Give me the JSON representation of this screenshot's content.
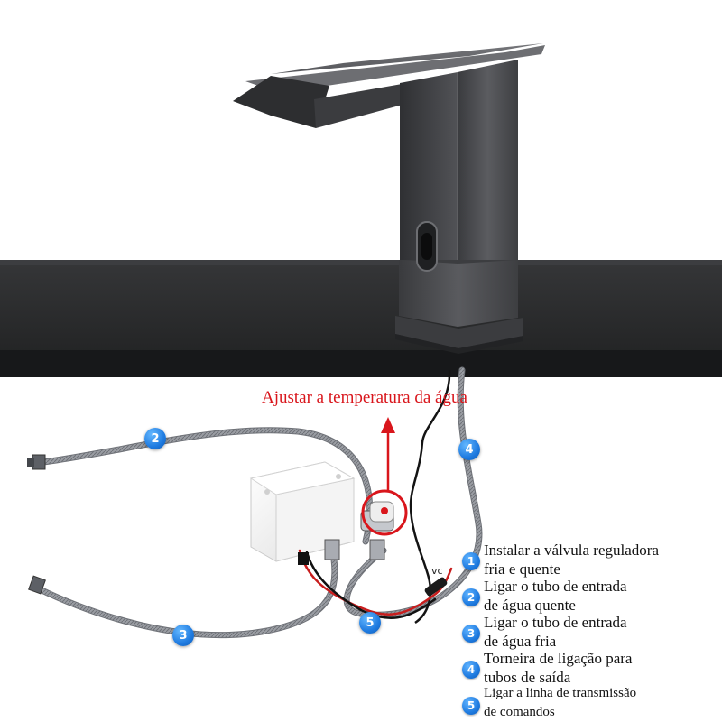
{
  "callout": {
    "text": "Ajustar a temperatura da água",
    "color": "#d9161c"
  },
  "badges": [
    "1",
    "2",
    "3",
    "4",
    "5"
  ],
  "vc_label": "vc",
  "legend": [
    {
      "num": "1",
      "line1": "Instalar a válvula reguladora",
      "line2": "fria e quente"
    },
    {
      "num": "2",
      "line1": "Ligar o tubo de entrada",
      "line2": "de água quente"
    },
    {
      "num": "3",
      "line1": "Ligar o tubo de entrada",
      "line2": "de água fria"
    },
    {
      "num": "4",
      "line1": "Torneira de ligação para",
      "line2": "tubos de saída"
    },
    {
      "num": "5",
      "line1": "Ligar a linha de transmissão",
      "line2": "de comandos"
    }
  ],
  "colors": {
    "faucet": "#4a4b4e",
    "countertop": "#2e2f31",
    "badge_blue": "#1f7be0",
    "hose": "#8d9096",
    "cable_red": "#c81d1d"
  }
}
